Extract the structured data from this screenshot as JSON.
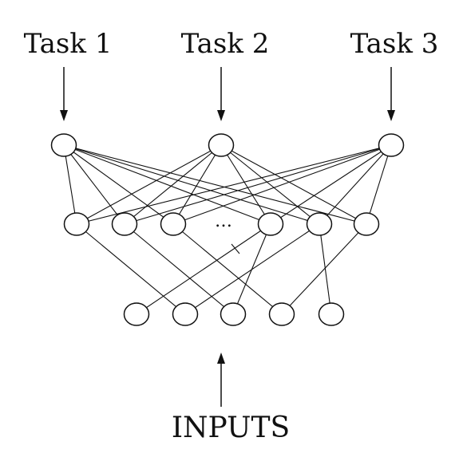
{
  "diagram": {
    "tasks": [
      "Task 1",
      "Task 2",
      "Task 3"
    ],
    "inputs_label": "INPUTS",
    "hidden_ellipsis": "…",
    "colors": {
      "ink": "#111111",
      "node_fill": "#ffffff",
      "background": "#ffffff"
    },
    "structure": {
      "output_nodes": 3,
      "hidden_nodes": 6,
      "input_nodes": 5,
      "output_to_hidden": "fully-connected",
      "hidden_to_input": [
        [
          0,
          1
        ],
        [
          1,
          2
        ],
        [
          2,
          3
        ],
        [
          3,
          0
        ],
        [
          3,
          2
        ],
        [
          4,
          1
        ],
        [
          4,
          4
        ],
        [
          5,
          3
        ]
      ]
    }
  }
}
